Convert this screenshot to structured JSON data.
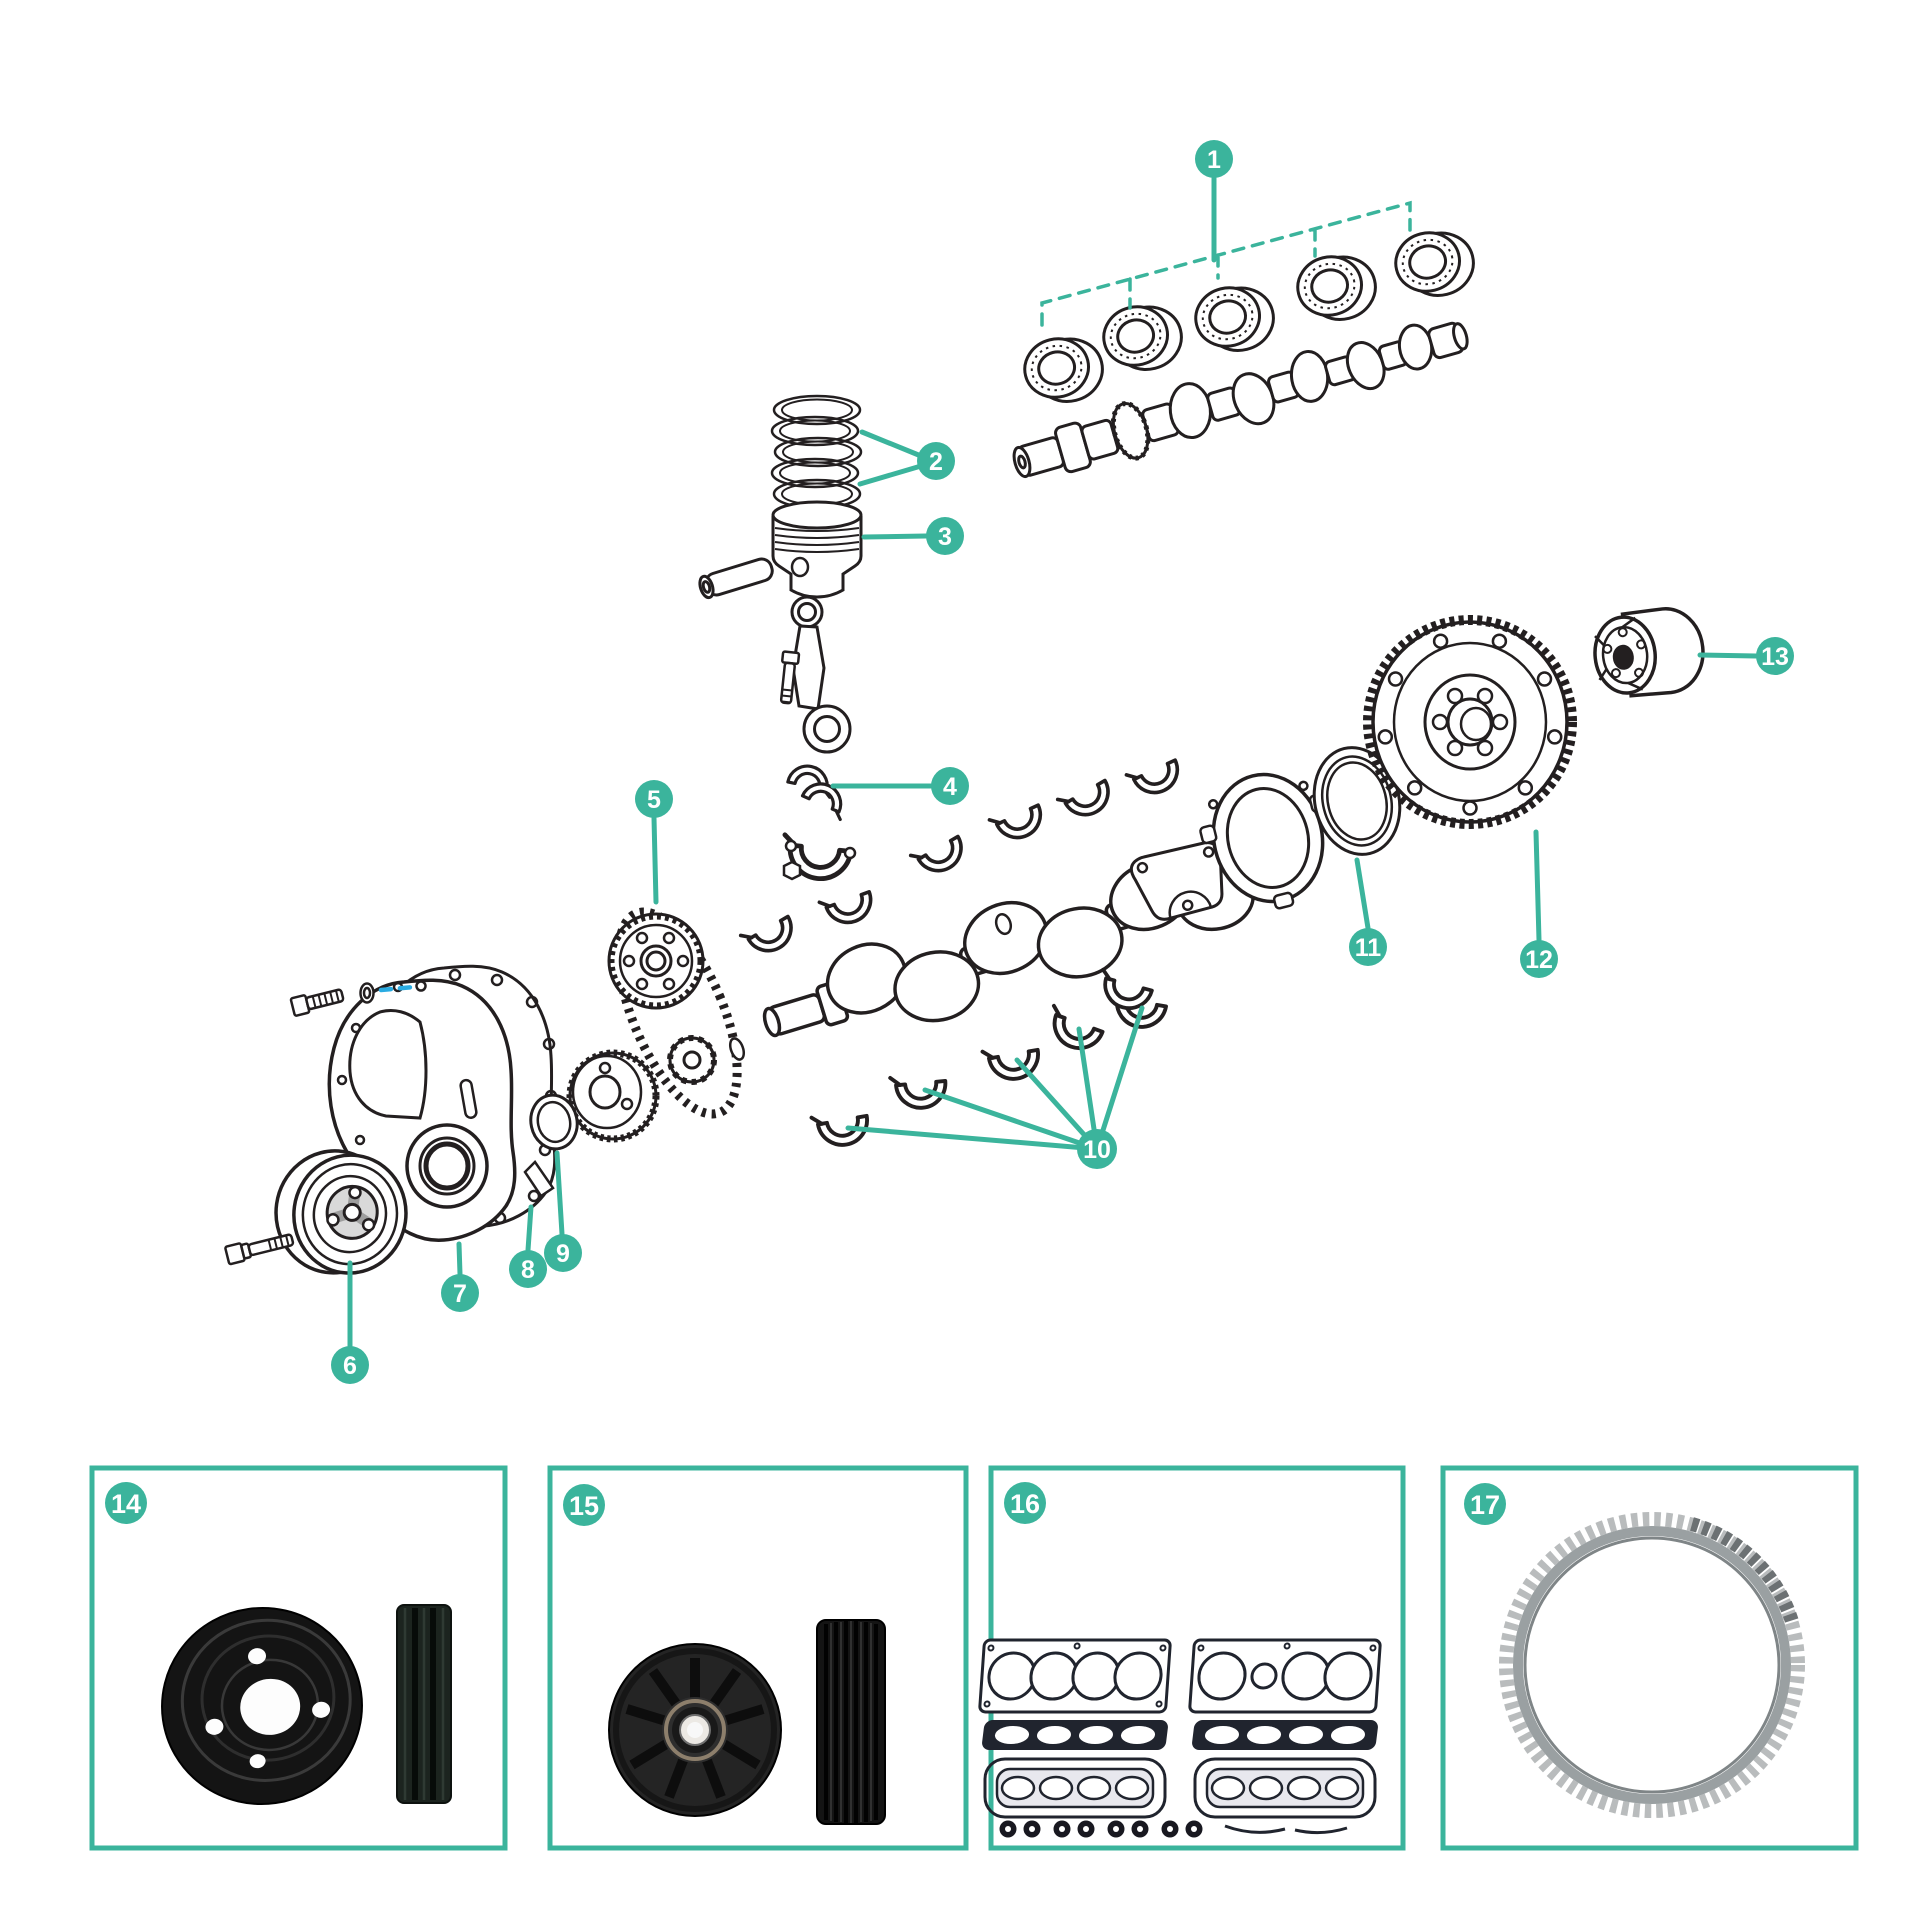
{
  "diagram": {
    "callouts": [
      {
        "id": "1"
      },
      {
        "id": "2"
      },
      {
        "id": "3"
      },
      {
        "id": "4"
      },
      {
        "id": "5"
      },
      {
        "id": "6"
      },
      {
        "id": "7"
      },
      {
        "id": "8"
      },
      {
        "id": "9"
      },
      {
        "id": "10"
      },
      {
        "id": "11"
      },
      {
        "id": "12"
      },
      {
        "id": "13"
      }
    ],
    "panels": [
      {
        "id": "14"
      },
      {
        "id": "15"
      },
      {
        "id": "16"
      },
      {
        "id": "17"
      }
    ]
  },
  "colors": {
    "accent": "#3BB49C",
    "highlight_dash": "#29ABE2",
    "line_art": "#231F20",
    "background": "#FFFFFF"
  }
}
